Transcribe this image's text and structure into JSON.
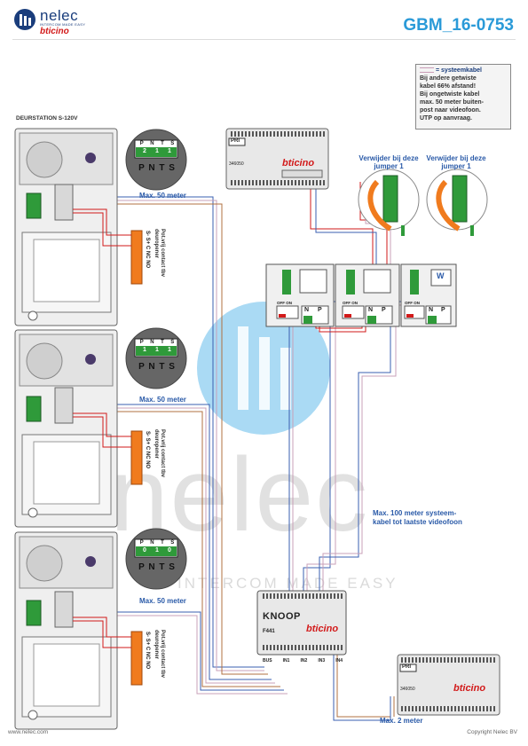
{
  "header": {
    "brand_name": "nelec",
    "brand_tagline": "INTERCOM MADE EASY",
    "brand_sub": "bticino",
    "doc_id": "GBM_16-0753"
  },
  "legend": {
    "key": "= systeemkabel",
    "lines": [
      "Bij andere getwiste",
      "kabel 66% afstand!",
      "Bij ongetwiste kabel",
      "max. 50 meter buiten-",
      "post naar videofoon.",
      "UTP op aanvraag."
    ]
  },
  "section_title": "DEURSTATION S-120V",
  "door_stations": [
    {
      "distance_label": "Max. 50 meter",
      "dip_values": [
        "2",
        "1",
        "1"
      ],
      "contact_label": "Pot.vrij contact tbv deuropener"
    },
    {
      "distance_label": "Max. 50 meter",
      "dip_values": [
        "1",
        "1",
        "1"
      ],
      "contact_label": "Pot.vrij contact tbv deuropener"
    },
    {
      "distance_label": "Max. 50 meter",
      "dip_values": [
        "0",
        "1",
        "0"
      ],
      "contact_label": "Pot.vrij contact tbv deuropener"
    }
  ],
  "dip_headers": [
    "P",
    "N",
    "T",
    "S"
  ],
  "dip_caption": "P N T S",
  "contact_terminals": [
    "S-",
    "S+",
    "C",
    "NC",
    "NO"
  ],
  "jumpers": [
    {
      "label": "Verwijder bij deze jumper 1"
    },
    {
      "label": "Verwijder bij deze jumper 1"
    }
  ],
  "psu": {
    "model": "346050",
    "tag": "PRI",
    "brand": "bticino"
  },
  "psu_bottom": {
    "model": "346050",
    "tag": "PRI",
    "brand": "bticino"
  },
  "videophones": [
    {
      "switch": "OFF ON",
      "np": [
        "N",
        "P"
      ]
    },
    {
      "switch": "OFF ON",
      "np": [
        "N",
        "P"
      ]
    },
    {
      "switch": "OFF ON",
      "np": [
        "N",
        "P"
      ],
      "badge": "W"
    }
  ],
  "knoop": {
    "title": "KNOOP",
    "model": "F441",
    "brand": "bticino",
    "ports": [
      "BUS",
      "IN1",
      "IN2",
      "IN3",
      "IN4"
    ]
  },
  "labels": {
    "max_100": "Max. 100 meter systeem- kabel tot laatste videofoon",
    "max_2": "Max. 2 meter"
  },
  "watermark": {
    "text": "nelec",
    "tagline": "INTERCOM MADE EASY"
  },
  "footer": {
    "left": "www.nelec.com",
    "right": "Copyright Nelec BV"
  },
  "colors": {
    "brand_blue": "#1a3d7c",
    "accent_blue": "#2a9ad8",
    "red": "#d21a1a",
    "orange": "#f07b1e",
    "cable_pink": "#c89bb6",
    "green": "#2f9a3a"
  }
}
